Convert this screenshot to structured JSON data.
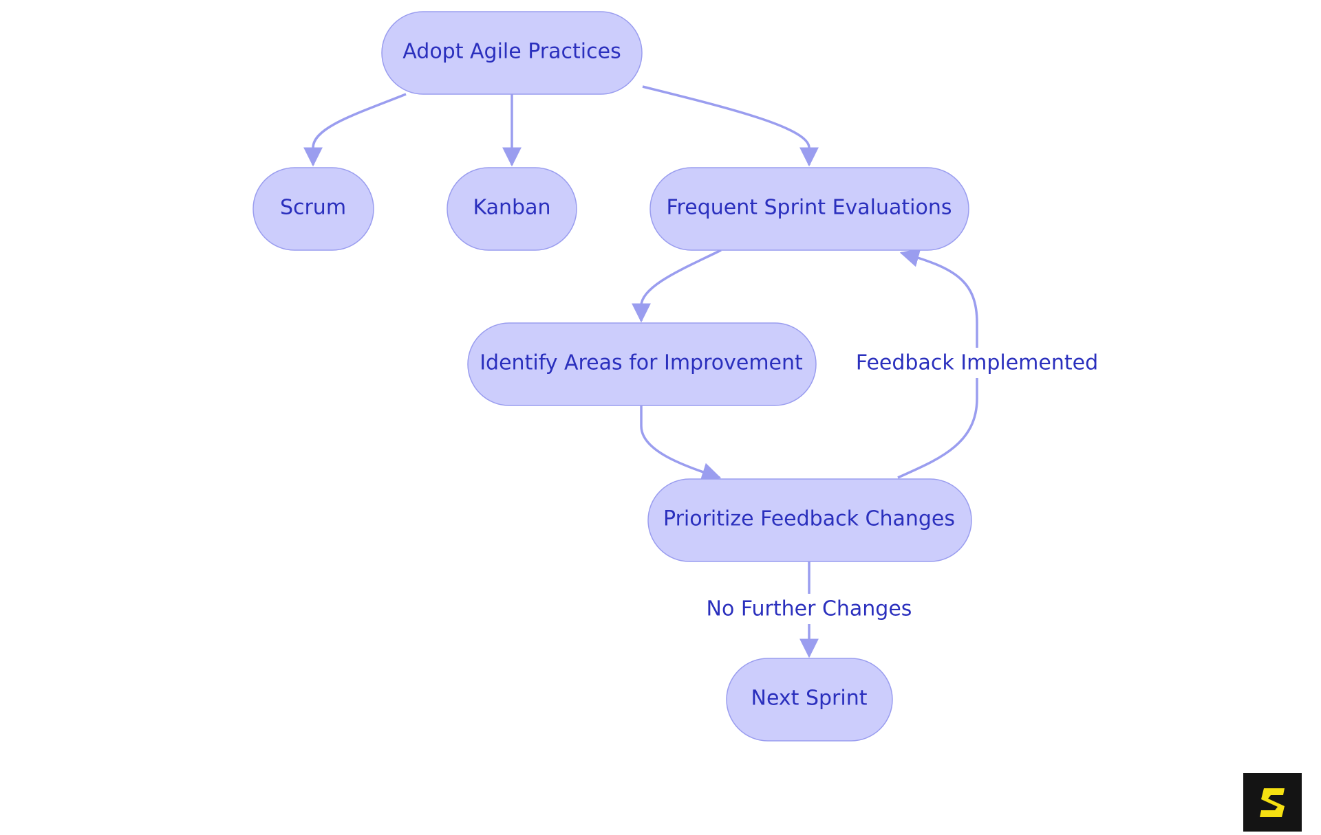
{
  "diagram": {
    "nodes": [
      {
        "id": "adopt",
        "label": "Adopt Agile Practices"
      },
      {
        "id": "scrum",
        "label": "Scrum"
      },
      {
        "id": "kanban",
        "label": "Kanban"
      },
      {
        "id": "evaluations",
        "label": "Frequent Sprint Evaluations"
      },
      {
        "id": "identify",
        "label": "Identify Areas for Improvement"
      },
      {
        "id": "prioritize",
        "label": "Prioritize Feedback Changes"
      },
      {
        "id": "next",
        "label": "Next Sprint"
      }
    ],
    "edges": [
      {
        "from": "adopt",
        "to": "scrum",
        "label": ""
      },
      {
        "from": "adopt",
        "to": "kanban",
        "label": ""
      },
      {
        "from": "adopt",
        "to": "evaluations",
        "label": ""
      },
      {
        "from": "evaluations",
        "to": "identify",
        "label": ""
      },
      {
        "from": "identify",
        "to": "prioritize",
        "label": ""
      },
      {
        "from": "prioritize",
        "to": "evaluations",
        "label": "Feedback Implemented"
      },
      {
        "from": "prioritize",
        "to": "next",
        "label": "No Further Changes"
      }
    ],
    "colors": {
      "node_fill": "#cccdfc",
      "node_border": "#9a9def",
      "text": "#2a2fbd",
      "edge": "#9a9def"
    }
  },
  "logo": {
    "icon": "logo-s-icon",
    "colors": {
      "background": "#141414",
      "mark": "#f5e012"
    }
  }
}
